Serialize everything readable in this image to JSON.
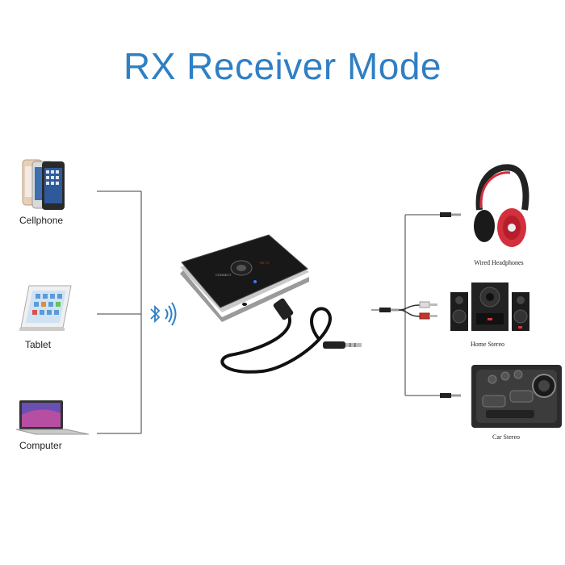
{
  "title": "RX Receiver Mode",
  "sources": [
    {
      "label": "Cellphone",
      "icon": "smartphone-icon"
    },
    {
      "label": "Tablet",
      "icon": "tablet-icon"
    },
    {
      "label": "Computer",
      "icon": "laptop-icon"
    }
  ],
  "outputs": [
    {
      "label": "Wired Headphones",
      "icon": "headphones-icon"
    },
    {
      "label": "Home Stereo",
      "icon": "speaker-system-icon"
    },
    {
      "label": "Car Stereo",
      "icon": "car-stereo-icon"
    }
  ],
  "receiver": {
    "icon": "bluetooth-receiver-icon",
    "signal_icon": "bluetooth-signal-icon"
  },
  "colors": {
    "title": "#2f7fc4",
    "lines": "#666666",
    "headphone_red": "#d32f3c"
  }
}
